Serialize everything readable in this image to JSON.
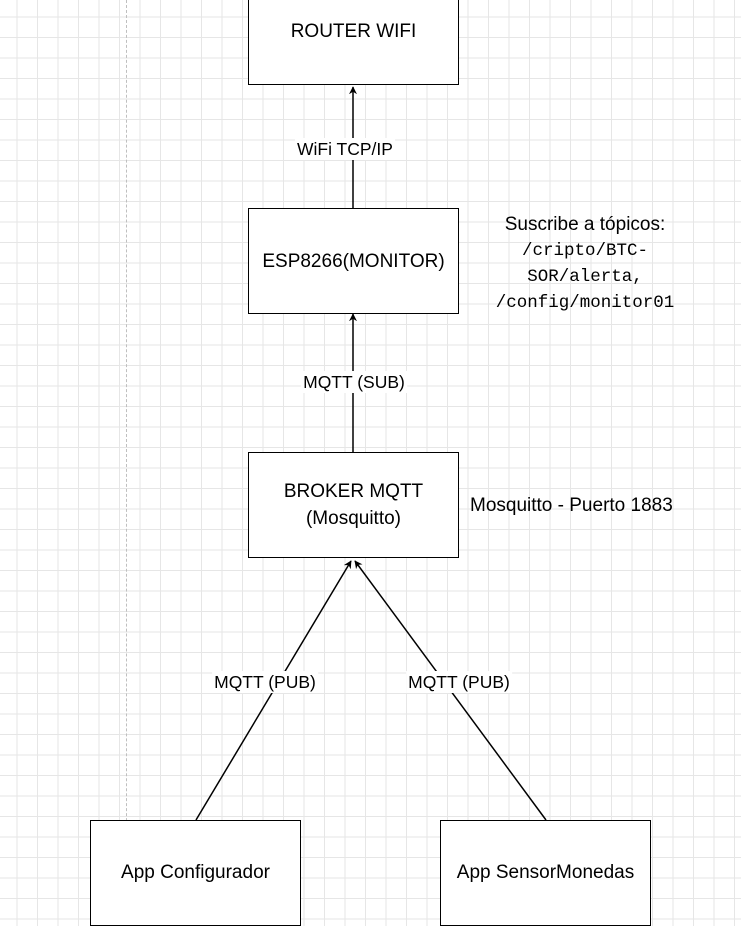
{
  "nodes": {
    "router": {
      "label": "ROUTER WIFI"
    },
    "esp": {
      "label": "ESP8266(MONITOR)"
    },
    "broker": {
      "label": "BROKER MQTT\n(Mosquitto)"
    },
    "app_config": {
      "label": "App Configurador"
    },
    "app_sensor": {
      "label": "App SensorMonedas"
    }
  },
  "edges": {
    "esp_to_router": {
      "label": "WiFi TCP/IP"
    },
    "broker_to_esp": {
      "label": "MQTT (SUB)"
    },
    "config_to_broker": {
      "label": "MQTT (PUB)"
    },
    "sensor_to_broker": {
      "label": "MQTT (PUB)"
    }
  },
  "notes": {
    "esp_subscriptions": {
      "heading": "Suscribe a tópicos:",
      "line1": "/cripto/BTC-",
      "line2": "SOR/alerta,",
      "line3": "/config/monitor01"
    },
    "broker_info": "Mosquitto - Puerto 1883"
  },
  "colors": {
    "stroke": "#000000",
    "grid": "#e6e6e6",
    "background": "#ffffff"
  }
}
